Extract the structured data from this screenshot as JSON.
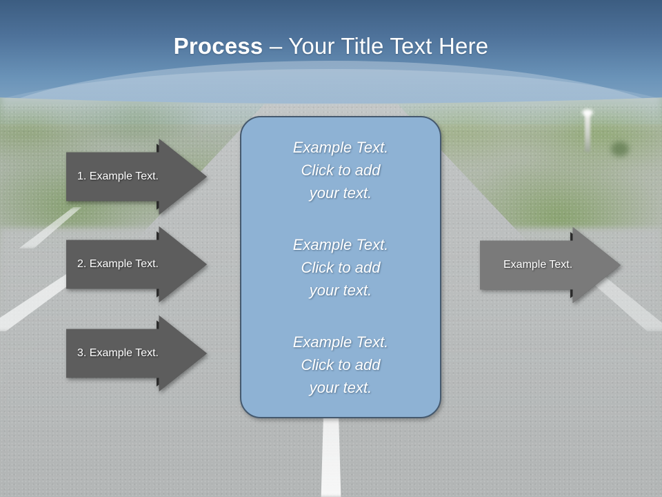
{
  "slide": {
    "title_strong": "Process",
    "title_rest": " – Your Title Text Here"
  },
  "colors": {
    "header_top": "#3c5d81",
    "header_bottom": "#7ea2c2",
    "panel_fill": "#8eb2d4",
    "panel_border": "#45596e",
    "arrow_input_fill": "#5d5d5d",
    "arrow_output_fill": "#7a7a7a",
    "arrow_border": "#2b2b2b",
    "text_white": "#ffffff"
  },
  "input_arrows": [
    {
      "label": "1. Example Text."
    },
    {
      "label": "2. Example Text."
    },
    {
      "label": "3. Example Text."
    }
  ],
  "panel": {
    "blocks": [
      {
        "text": "Example Text.\nClick  to add\nyour text."
      },
      {
        "text": "Example Text.\nClick  to add\nyour text."
      },
      {
        "text": "Example Text.\nClick  to add\nyour text."
      }
    ]
  },
  "output_arrow": {
    "label": "Example Text."
  }
}
